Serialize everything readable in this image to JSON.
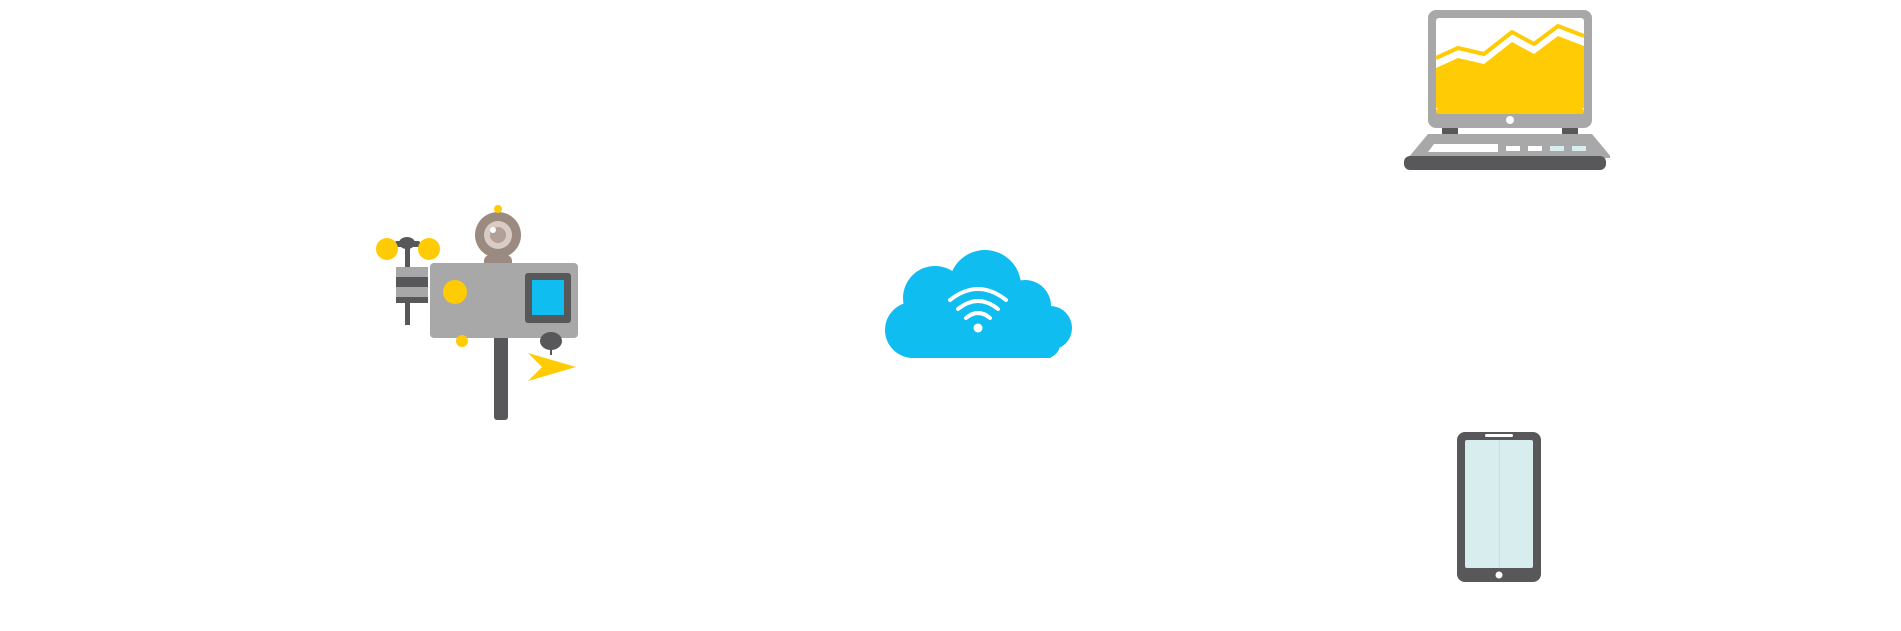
{
  "diagram": {
    "nodes": [
      {
        "id": "weather-station",
        "icon": "weather-station-icon"
      },
      {
        "id": "cloud",
        "icon": "wifi-cloud-icon"
      },
      {
        "id": "laptop",
        "icon": "laptop-chart-icon"
      },
      {
        "id": "smartphone",
        "icon": "smartphone-icon"
      }
    ]
  },
  "colors": {
    "background": "#ffffff",
    "cloud_blue": "#10bdf0",
    "accent_yellow": "#ffcb05",
    "device_gray": "#a8a8a8",
    "dark_gray": "#58585a",
    "screen_light": "#d8eeee",
    "sensor_brown": "#9a8a80"
  }
}
